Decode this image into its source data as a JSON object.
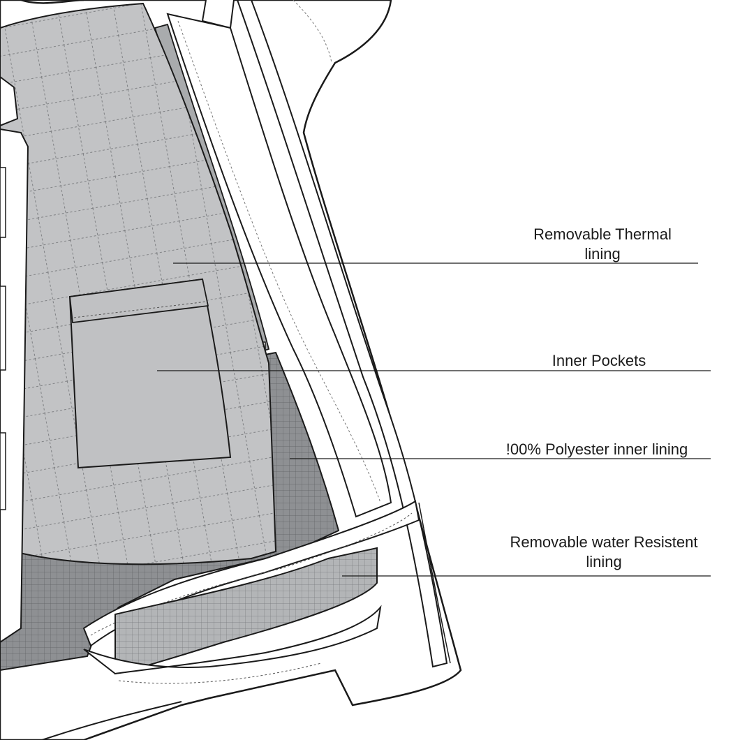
{
  "labels": {
    "thermal": {
      "line1": "Removable  Thermal",
      "line2": "lining"
    },
    "pockets": {
      "line1": "Inner Pockets"
    },
    "polyester": {
      "line1": "!00% Polyester inner lining"
    },
    "water": {
      "line1": "Removable water Resistent",
      "line2": "lining"
    }
  },
  "colors": {
    "outline": "#1a1a1a",
    "thermal_fill": "#c2c3c5",
    "inner_lining_fill": "#8e9093",
    "water_lining_fill": "#b3b5b7",
    "shell_fill": "#ffffff",
    "zipper_fill": "#a9abad"
  }
}
